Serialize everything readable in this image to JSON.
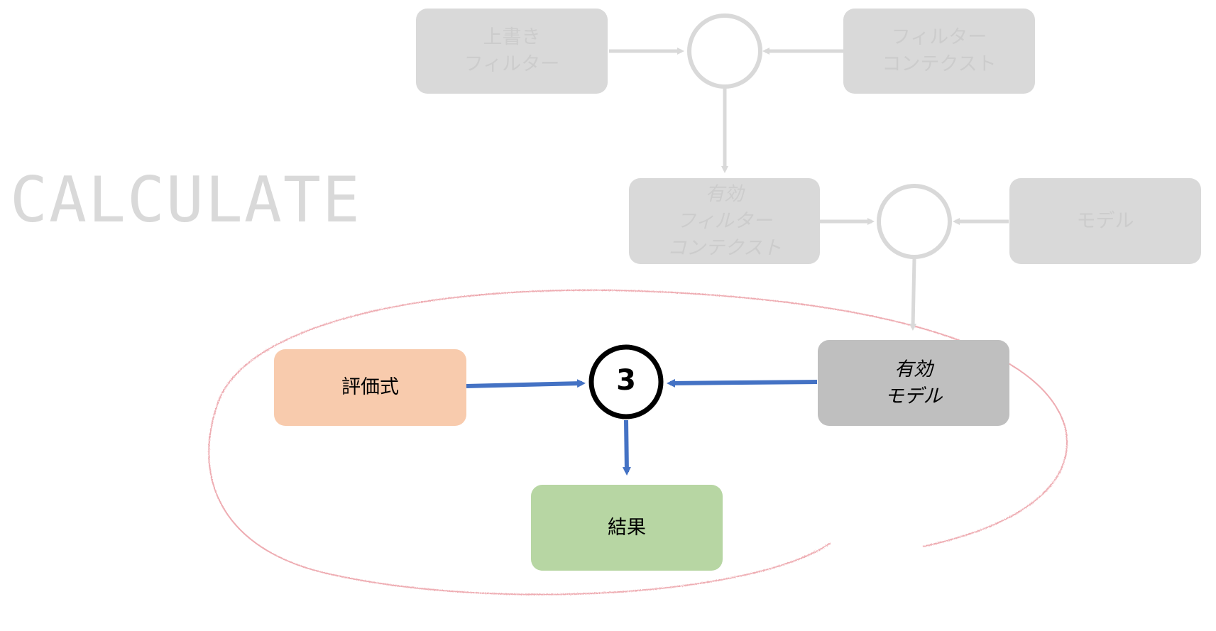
{
  "title": "CALCULATE",
  "nodes": {
    "override_filter": {
      "lines": [
        "上書き",
        "フィルター"
      ]
    },
    "filter_context": {
      "lines": [
        "フィルター",
        "コンテクスト"
      ]
    },
    "effective_filter_context": {
      "lines": [
        "有効",
        "フィルター",
        "コンテクスト"
      ]
    },
    "model": {
      "lines": [
        "モデル"
      ]
    },
    "effective_model": {
      "lines": [
        "有効",
        "モデル"
      ]
    },
    "expression": {
      "label": "評価式"
    },
    "result": {
      "label": "結果"
    },
    "step_circle": {
      "label": "3"
    }
  },
  "colors": {
    "faded_box": "#d9d9d9",
    "faded_text": "#cccccc",
    "faded_arrow": "#d9d9d9",
    "active_arrow": "#4472c4",
    "expression_fill": "#f8cbad",
    "result_fill": "#b7d6a3",
    "effective_model_fill": "#bfbfbf",
    "highlight_ellipse": "#e88a92"
  }
}
